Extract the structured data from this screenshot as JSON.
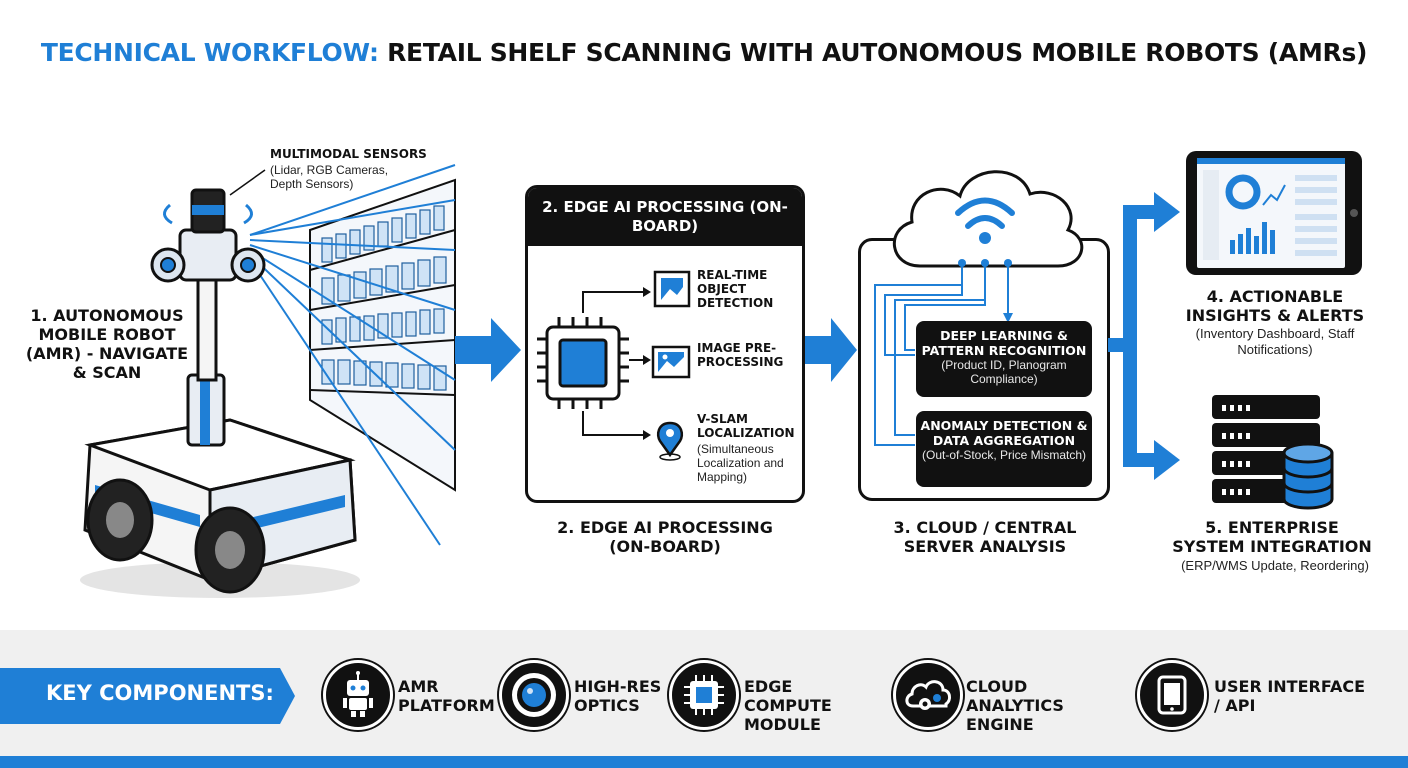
{
  "title": {
    "accent": "TECHNICAL WORKFLOW:",
    "rest": " RETAIL SHELF SCANNING WITH AUTONOMOUS MOBILE ROBOTS (AMRs)"
  },
  "robot": {
    "sensor_title": "MULTIMODAL SENSORS",
    "sensor_desc": "(Lidar, RGB Cameras, Depth Sensors)",
    "step_title": "1. AUTONOMOUS MOBILE ROBOT (AMR) - NAVIGATE & SCAN"
  },
  "edge": {
    "header": "2. EDGE AI PROCESSING (ON-BOARD)",
    "items": [
      {
        "title": "REAL-TIME OBJECT DETECTION",
        "desc": ""
      },
      {
        "title": "IMAGE PRE-PROCESSING",
        "desc": ""
      },
      {
        "title": "V-SLAM LOCALIZATION",
        "desc": "(Simultaneous Localization and Mapping)"
      }
    ],
    "caption": "2. EDGE AI PROCESSING (ON-BOARD)"
  },
  "cloud": {
    "boxes": [
      {
        "title": "DEEP LEARNING & PATTERN RECOGNITION",
        "desc": "(Product ID, Planogram Compliance)"
      },
      {
        "title": "ANOMALY DETECTION & DATA AGGREGATION",
        "desc": "(Out-of-Stock, Price Mismatch)"
      }
    ],
    "caption": "3. CLOUD / CENTRAL SERVER ANALYSIS"
  },
  "insights": {
    "title": "4. ACTIONABLE INSIGHTS & ALERTS",
    "desc": "(Inventory Dashboard, Staff Notifications)"
  },
  "enterprise": {
    "title": "5. ENTERPRISE SYSTEM INTEGRATION",
    "desc": "(ERP/WMS Update, Reordering)"
  },
  "key_components": {
    "label": "KEY COMPONENTS:",
    "items": [
      {
        "label": "AMR PLATFORM",
        "icon": "robot-icon"
      },
      {
        "label": "HIGH-RES OPTICS",
        "icon": "camera-lens-icon"
      },
      {
        "label": "EDGE COMPUTE MODULE",
        "icon": "chip-icon"
      },
      {
        "label": "CLOUD ANALYTICS ENGINE",
        "icon": "cloud-gear-icon"
      },
      {
        "label": "USER INTERFACE / API",
        "icon": "tablet-icon"
      }
    ]
  },
  "colors": {
    "accent": "#1f7fd6",
    "dark": "#111111",
    "band": "#f0f0f0"
  }
}
